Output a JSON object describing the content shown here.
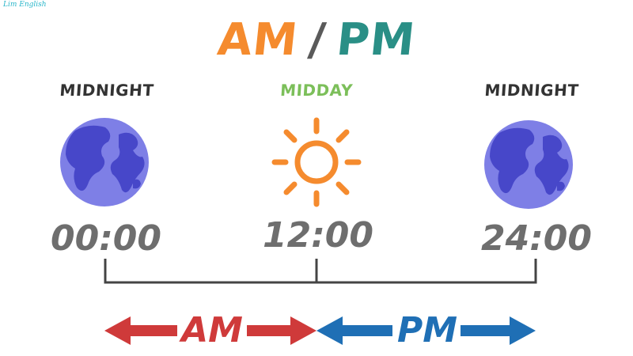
{
  "watermark": "Lim English",
  "title": {
    "am": "AM",
    "slash": "/",
    "pm": "PM"
  },
  "points": [
    {
      "label": "MIDNIGHT",
      "time": "00:00",
      "icon": "globe-icon"
    },
    {
      "label": "MIDDAY",
      "time": "12:00",
      "icon": "sun-icon"
    },
    {
      "label": "MIDNIGHT",
      "time": "24:00",
      "icon": "globe-icon"
    }
  ],
  "arrows": {
    "am": "AM",
    "pm": "PM"
  },
  "colors": {
    "am_title": "#f58b2e",
    "slash": "#5a5a5a",
    "pm_title": "#2a8f86",
    "midnight_label": "#333333",
    "midday_label": "#7cbf5a",
    "time_text": "#6e6e6e",
    "globe_ocean": "#7e7fe6",
    "globe_land": "#4747c9",
    "sun": "#f58b2e",
    "timeline": "#444444",
    "am_arrow": "#cf3a3a",
    "pm_arrow": "#1f6fb5"
  }
}
